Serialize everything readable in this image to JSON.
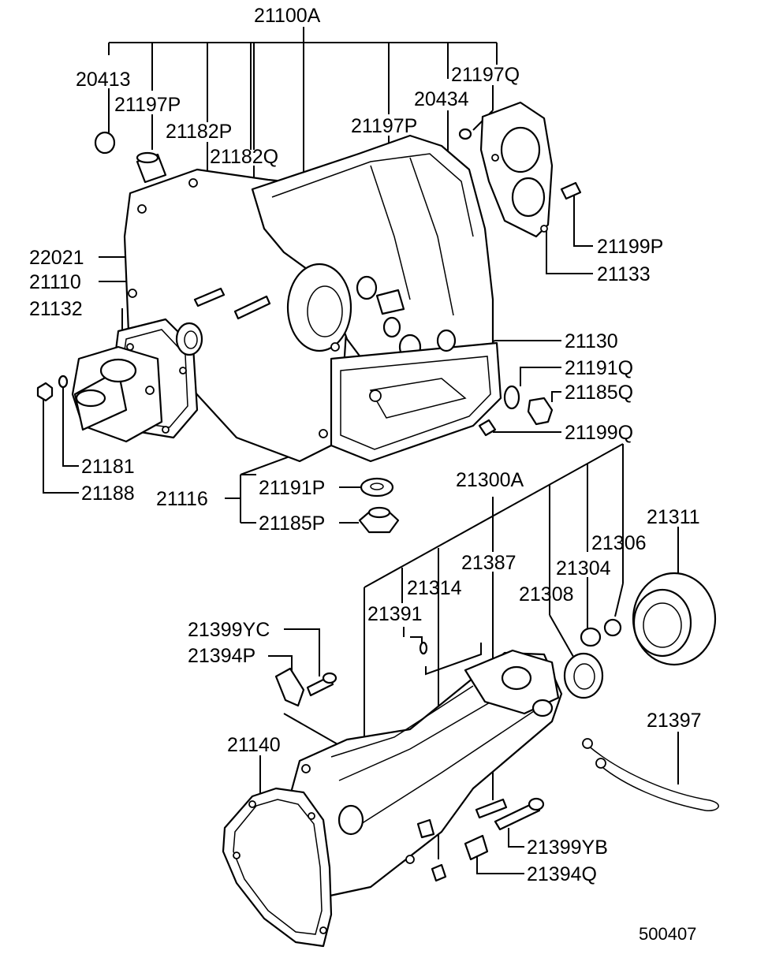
{
  "diagram": {
    "document_id": "500407",
    "labels": {
      "l21100A": "21100A",
      "l20413": "20413",
      "l21197P_a": "21197P",
      "l21182P": "21182P",
      "l21182Q": "21182Q",
      "l21197P_b": "21197P",
      "l20434": "20434",
      "l21197Q": "21197Q",
      "l21199P": "21199P",
      "l21133": "21133",
      "l22021": "22021",
      "l21110": "21110",
      "l21132": "21132",
      "l21130": "21130",
      "l21191Q": "21191Q",
      "l21185Q": "21185Q",
      "l21199Q": "21199Q",
      "l21181": "21181",
      "l21188": "21188",
      "l21116": "21116",
      "l21191P": "21191P",
      "l21185P": "21185P",
      "l21300A": "21300A",
      "l21311": "21311",
      "l21306": "21306",
      "l21387": "21387",
      "l21304": "21304",
      "l21314": "21314",
      "l21308": "21308",
      "l21391": "21391",
      "l21399YC": "21399YC",
      "l21394P": "21394P",
      "l21140": "21140",
      "l21397": "21397",
      "l21399YB": "21399YB",
      "l21394Q": "21394Q"
    }
  }
}
